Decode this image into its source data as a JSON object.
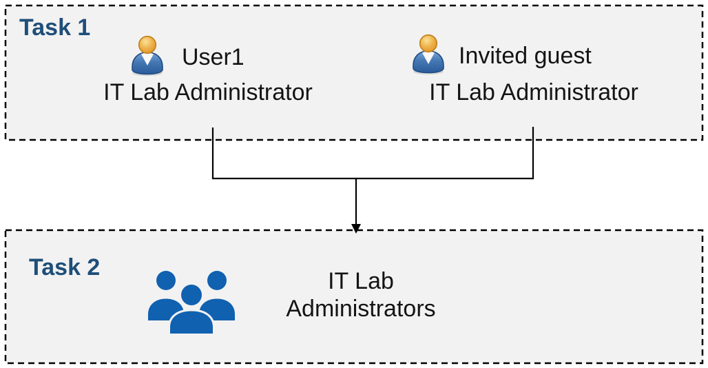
{
  "tasks": [
    {
      "label": "Task 1",
      "members": [
        {
          "name": "User1",
          "role": "IT Lab Administrator"
        },
        {
          "name": "Invited guest",
          "role": "IT Lab Administrator"
        }
      ]
    },
    {
      "label": "Task 2",
      "group": {
        "name_lines": [
          "IT Lab",
          "Administrators"
        ]
      }
    }
  ],
  "icons": {
    "member": "person-icon",
    "group": "people-group-icon"
  },
  "colors": {
    "task_label": "#1F4E79",
    "box_fill": "#F2F2F2",
    "box_border": "#000000",
    "connector": "#000000",
    "text": "#141414",
    "group_icon_blue": "#1061B0"
  }
}
